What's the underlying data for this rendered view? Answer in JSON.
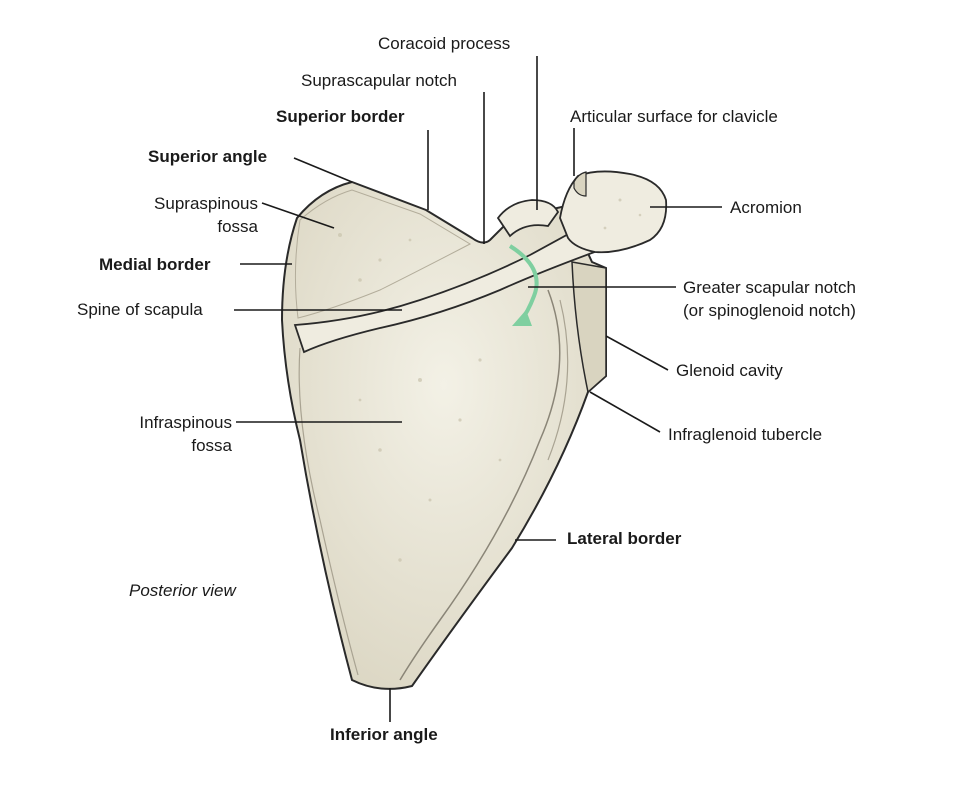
{
  "labels": {
    "coracoid_process": "Coracoid process",
    "suprascapular_notch": "Suprascapular notch",
    "superior_border": "Superior border",
    "articular_surface": "Articular surface for clavicle",
    "superior_angle": "Superior angle",
    "supraspinous_fossa_1": "Supraspinous",
    "supraspinous_fossa_2": "fossa",
    "acromion": "Acromion",
    "medial_border": "Medial border",
    "greater_scapular_notch_1": "Greater scapular notch",
    "greater_scapular_notch_2": "(or spinoglenoid notch)",
    "spine_of_scapula": "Spine of scapula",
    "glenoid_cavity": "Glenoid cavity",
    "infraspinous_fossa_1": "Infraspinous",
    "infraspinous_fossa_2": "fossa",
    "infraglenoid_tubercle": "Infraglenoid tubercle",
    "lateral_border": "Lateral border",
    "posterior_view": "Posterior view",
    "inferior_angle": "Inferior angle"
  },
  "colors": {
    "bone_fill": "#ece9da",
    "bone_shade": "#d9d4c0",
    "bone_outline": "#2a2a2a",
    "arrow": "#7fcfa0",
    "text": "#1a1a1a"
  }
}
